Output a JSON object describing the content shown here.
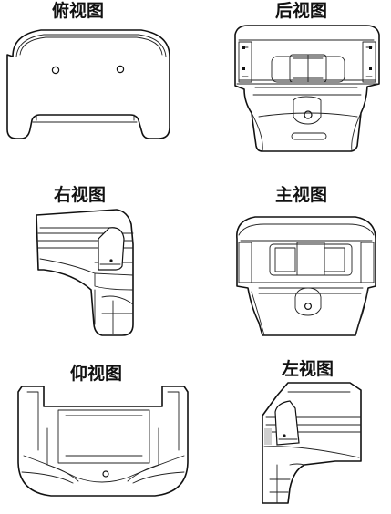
{
  "views": {
    "top": {
      "label": "俯视图"
    },
    "rear": {
      "label": "后视图"
    },
    "right": {
      "label": "右视图"
    },
    "front": {
      "label": "主视图"
    },
    "bottom": {
      "label": "仰视图"
    },
    "left": {
      "label": "左视图"
    }
  }
}
